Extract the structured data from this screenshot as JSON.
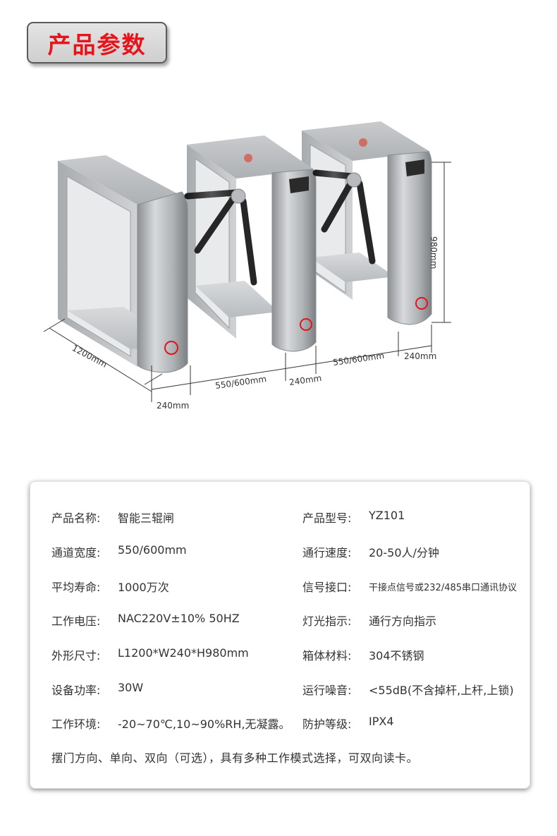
{
  "page_title": "产品参数",
  "dimensions": {
    "depth": "1200mm",
    "height": "980mm",
    "width_left": "240mm",
    "lane_left": "550/600mm",
    "width_middle": "240mm",
    "lane_right": "550/600mm",
    "width_right": "240mm"
  },
  "specs": [
    {
      "k1": "产品名称:",
      "v1": "智能三辊闸",
      "k2": "产品型号:",
      "v2": "YZ101"
    },
    {
      "k1": "通道宽度:",
      "v1": "550/600mm",
      "k2": "通行速度:",
      "v2": "20-50人/分钟"
    },
    {
      "k1": "平均寿命:",
      "v1": "1000万次",
      "k2": "信号接口:",
      "v2": "干接点信号或232/485串口通讯协议"
    },
    {
      "k1": "工作电压:",
      "v1": "NAC220V±10% 50HZ",
      "k2": "灯光指示:",
      "v2": "通行方向指示"
    },
    {
      "k1": "外形尺寸:",
      "v1": "L1200*W240*H980mm",
      "k2": "箱体材料:",
      "v2": "304不锈钢"
    },
    {
      "k1": "设备功率:",
      "v1": "30W",
      "k2": "运行噪音:",
      "v2": "<55dB(不含掉杆,上杆,上锁)"
    },
    {
      "k1": "工作环境:",
      "v1": "-20~70℃,10~90%RH,无凝露。",
      "k2": "防护等级:",
      "v2": "IPX4"
    }
  ],
  "note": "摆门方向、单向、双向（可选），具有多种工作模式选择，可双向读卡。",
  "colors": {
    "title_red": "#e8141b",
    "steel": "#b5b8bb",
    "logo_red": "#e1141b"
  }
}
